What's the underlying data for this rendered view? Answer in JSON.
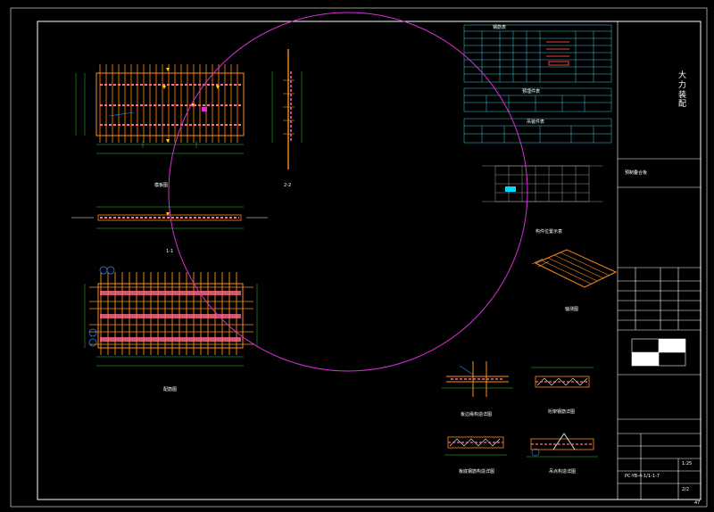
{
  "title_block": {
    "project_name": "大 力装 配",
    "drawing_name": "预制叠合板",
    "drawing_no": "PC-YB-4-1/1-1-7",
    "scale": "1:25",
    "sheet_note": "2/2",
    "page_no": "47"
  },
  "tables": {
    "rebar_table_title": "钢筋表",
    "embed_table_title": "预埋件表",
    "hoist_table_title": "吊装件表"
  },
  "view_captions": {
    "plan_view": "模板图",
    "section_22": "2-2",
    "section_11": "1-1",
    "rebar_view": "配筋图",
    "key_plan": "构件位置示意",
    "iso_view": "轴测图",
    "detail_1": "板边缘构造详图",
    "detail_2": "桁架钢筋详图",
    "detail_3": "板底钢筋构造详图",
    "detail_4": "吊点构造详图"
  },
  "colors": {
    "frame": "#ffffff",
    "rebar": "#ff8c1a",
    "slab_band": "#ff6e8a",
    "dim": "#2ecc40",
    "annotation": "#ffd700",
    "circle": "#d630d6",
    "highlight": "#00d8ff",
    "callout": "#3d8bff"
  }
}
